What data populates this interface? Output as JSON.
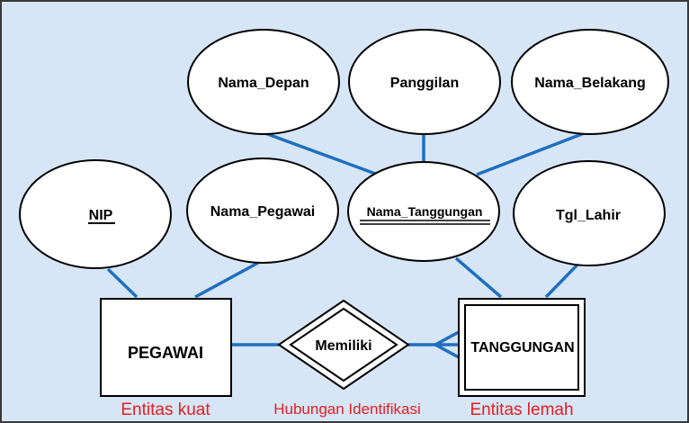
{
  "colors": {
    "background": "#d6e6f7",
    "connector": "#1f6fbe",
    "caption": "#e41e1e",
    "shape_fill": "#ffffff",
    "shape_stroke": "#000000"
  },
  "attributes": {
    "nama_depan": "Nama_Depan",
    "panggilan": "Panggilan",
    "nama_belakang": "Nama_Belakang",
    "nip": "NIP",
    "nama_pegawai": "Nama_Pegawai",
    "nama_tanggungan": "Nama_Tanggungan",
    "tgl_lahir": "Tgl_Lahir"
  },
  "entities": {
    "pegawai": "PEGAWAI",
    "tanggungan": "TANGGUNGAN"
  },
  "relationship": {
    "memiliki": "Memiliki"
  },
  "captions": {
    "entitas_kuat": "Entitas kuat",
    "hubungan_identifikasi": "Hubungan Identifikasi",
    "entitas_lemah": "Entitas lemah"
  }
}
